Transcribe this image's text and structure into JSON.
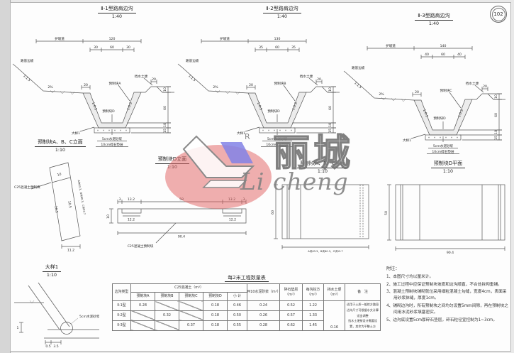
{
  "sheet": {
    "page_no": "102"
  },
  "logo": {
    "cn": "丽城",
    "en": "Li cheng",
    "r": "R"
  },
  "cross_sections": [
    {
      "title": "Ⅱ-1型路肩边沟",
      "scale": "1:40",
      "overall": "120",
      "seg_left": "30",
      "seg_mid": "60",
      "seg_right": "30",
      "slope_block": "预制块A"
    },
    {
      "title": "Ⅱ-2型路肩边沟",
      "scale": "1:40",
      "overall": "130",
      "seg_left": "35",
      "seg_mid": "60",
      "seg_right": "35",
      "slope_block": "预制块B"
    },
    {
      "title": "Ⅱ-3型路肩边沟",
      "scale": "1:40",
      "overall": "140",
      "seg_left": "40",
      "seg_mid": "60",
      "seg_right": "40",
      "slope_block": "预制块C"
    }
  ],
  "cs_common": {
    "berm": "护坡道",
    "embankment": "路基边坡",
    "emb_slope": "1:1.5",
    "cross_fall": "2%",
    "lining_top": "20",
    "inner_slope": "1:0.5",
    "bottom_block": "预制块D",
    "mound": "挡水土埂",
    "mound_w": "20",
    "dim_mound_h": "10",
    "dim_depth": "60",
    "dim_block": "10",
    "dim_bed": "15",
    "mortar": "5cm水泥砂浆",
    "gravel": "10cm碎石垫层",
    "detail_ref": "大样1"
  },
  "abc_elev": {
    "title": "预制块A、B、C立面",
    "scale": "1:10",
    "material": "C25混凝土预制块",
    "dim_top": "10",
    "dim_side": "10.5",
    "dim_side2": "10.5",
    "dim_bottom": "11.2",
    "length_note": "A块63.3、B块80.3、C块93.7"
  },
  "d_elev": {
    "title": "预制块D立面",
    "scale": "1:10",
    "material": "C25混凝土预制块",
    "dim_end": "3",
    "dim_lip": "13.2",
    "dim_mid": "58",
    "dim_notch": "12.2",
    "dim_h": "10",
    "dim_overall": "90.4"
  },
  "abc_plan": {
    "title": "预制块A、B、C平面",
    "scale": "1:10",
    "dim_h": "60",
    "width_note": "A块63.3、B块80.3、C块93.7"
  },
  "d_plan": {
    "title": "预制块D平面",
    "scale": "1:10",
    "dim_h": "50",
    "dim_w": "90.4"
  },
  "detail1": {
    "title": "大样1",
    "scale": "1:10",
    "label": "5cm水泥砂浆",
    "dim_a": "1",
    "dim_b": "0.5",
    "dim_c": "3.5"
  },
  "qty_table": {
    "title": "每2米工程数量表",
    "h_type": "边沟类型",
    "h_c25": "C25混凝土（m³）",
    "h_sub": [
      "预制块A",
      "预制块B",
      "预制块C",
      "预制块D",
      "小 计"
    ],
    "h_mortar": "M10水泥砂浆（m³）",
    "h_gravel": "碎石垫层（m³）",
    "h_excav": "每沟挖方（m³）",
    "h_mound": "挡水土埂（m³）",
    "h_remark": "备　注",
    "rows": [
      {
        "type": "Ⅱ-1型",
        "a": "0.28",
        "d": "0.18",
        "subtotal": "0.46",
        "mortar": "0.24",
        "gravel": "0.52",
        "excav": "1.22"
      },
      {
        "type": "Ⅱ-2型",
        "b": "0.32",
        "d": "0.18",
        "subtotal": "0.50",
        "mortar": "0.26",
        "gravel": "0.57",
        "excav": "1.33"
      },
      {
        "type": "Ⅱ-3型",
        "c": "0.37",
        "d": "0.18",
        "subtotal": "0.55",
        "mortar": "0.28",
        "gravel": "0.62",
        "excav": "1.45"
      }
    ],
    "mound_value": "0.16",
    "remarks": [
      "适用于土质一般挖方路段",
      "边沟尺寸可根据水文计算适当调整",
      "挡水土埂按设计需要设置，其余为平整土方"
    ]
  },
  "notes": {
    "title": "附注：",
    "items": [
      "1、本图尺寸均以厘米计。",
      "2、施工过程中应保证预制块坡度和边沟顺直，不合处拆砌重铺。",
      "3、混凝土预制块铺砌就位采用细粒混凝土勾缝，宽度4cm，表面采用砂浆抹缝，厚度1cm。",
      "4、铺砌边沟时，所有预制块之间均匀设置5mm间隙，再在预制块之间用水泥砂浆填塞密实。",
      "5、边沟底设置5cm厚碎石垫层，碎石粒径宜控制为1~3cm。"
    ]
  }
}
